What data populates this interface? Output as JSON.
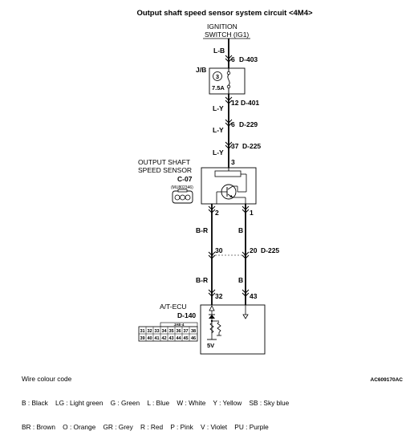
{
  "title": "Output shaft speed sensor system circuit <4M4>",
  "ignition": {
    "line1": "IGNITION",
    "line2": "SWITCH (IG1)"
  },
  "jb": {
    "name": "J/B",
    "fuse_no": "3",
    "fuse_rating": "7.5A",
    "in_wire": "L-B",
    "in_pin": "6",
    "in_conn": "D-403",
    "out_pin": "12",
    "out_conn": "D-401"
  },
  "harness": [
    {
      "wire": "L-Y",
      "pin": "6",
      "conn": "D-229"
    },
    {
      "wire": "L-Y",
      "pin": "37",
      "conn": "D-225"
    }
  ],
  "sensor": {
    "line1": "OUTPUT SHAFT",
    "line2": "SPEED SENSOR",
    "conn": "C-07",
    "part_no": "(MU802346)",
    "pin_top": "3",
    "pin_left": "2",
    "pin_right": "1"
  },
  "mid_wires": {
    "left_wire": "B-R",
    "right_wire": "B",
    "left_pin": "30",
    "right_pin": "20",
    "conn": "D-225"
  },
  "low_wires": {
    "left_wire": "B-R",
    "right_wire": "B"
  },
  "ecu": {
    "line1": "A/T-ECU",
    "conn": "D-140",
    "pin_left": "32",
    "pin_right": "43",
    "voltage": "5V",
    "conn_code": "JAE-4",
    "pins_row1": [
      "31",
      "32",
      "33",
      "34",
      "35",
      "36",
      "37",
      "38"
    ],
    "pins_row2": [
      "39",
      "40",
      "41",
      "42",
      "43",
      "44",
      "45",
      "46"
    ]
  },
  "legend": {
    "title": "Wire colour code",
    "line1": "B : Black    LG : Light green    G : Green    L : Blue    W : White    Y : Yellow    SB : Sky blue",
    "line2": "BR : Brown    O : Orange    GR : Grey    R : Red    P : Pink    V : Violet    PU : Purple"
  },
  "figure_code": "AC609170AC"
}
